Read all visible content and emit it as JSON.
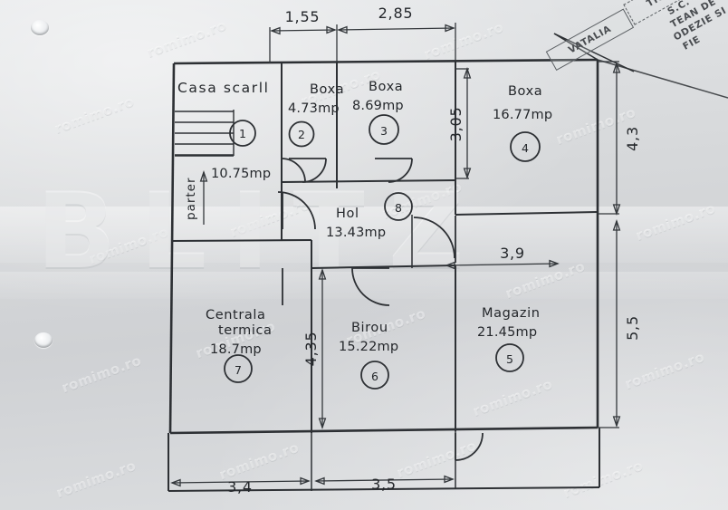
{
  "document": {
    "type": "architectural-floor-plan",
    "level_label": "parter",
    "title_label": "Casa scarll",
    "watermark_main": "BLITZ",
    "watermark_tile": "romimo.ro"
  },
  "rooms": [
    {
      "id": 1,
      "name": "",
      "title": "Casa scarll",
      "area": "10.75mp",
      "number": "1"
    },
    {
      "id": 2,
      "name": "Boxa",
      "area": "4.73mp",
      "number": "2"
    },
    {
      "id": 3,
      "name": "Boxa",
      "area": "8.69mp",
      "number": "3"
    },
    {
      "id": 4,
      "name": "Boxa",
      "area": "16.77mp",
      "number": "4"
    },
    {
      "id": 5,
      "name": "Magazin",
      "area": "21.45mp",
      "number": "5"
    },
    {
      "id": 6,
      "name": "Birou",
      "area": "15.22mp",
      "number": "6"
    },
    {
      "id": 7,
      "name": "Centrala termica",
      "name_line1": "Centrala",
      "name_line2": "termica",
      "area": "18.7mp",
      "number": "7"
    },
    {
      "id": 8,
      "name": "Hol",
      "area": "13.43mp",
      "number": "8"
    }
  ],
  "dimensions": {
    "top": [
      {
        "label": "1,55"
      },
      {
        "label": "2,85"
      }
    ],
    "bottom": [
      {
        "label": "3,4"
      },
      {
        "label": "3,5"
      }
    ],
    "right": [
      {
        "label": "4,3"
      },
      {
        "label": "5,5"
      }
    ],
    "interior": [
      {
        "label": "3,05"
      },
      {
        "label": "4,35"
      },
      {
        "label": "3,9"
      }
    ]
  },
  "stamp": {
    "line_company": "S.C.",
    "line_2": "TEAN DE",
    "line_3": "ODEZIE SI",
    "line_4": "FIE",
    "box_left": "VATALIA",
    "box_right": "TIONAT"
  },
  "colors": {
    "ink": "#2d3034",
    "paper": "#d8dadc",
    "watermark": "#ffffff"
  }
}
